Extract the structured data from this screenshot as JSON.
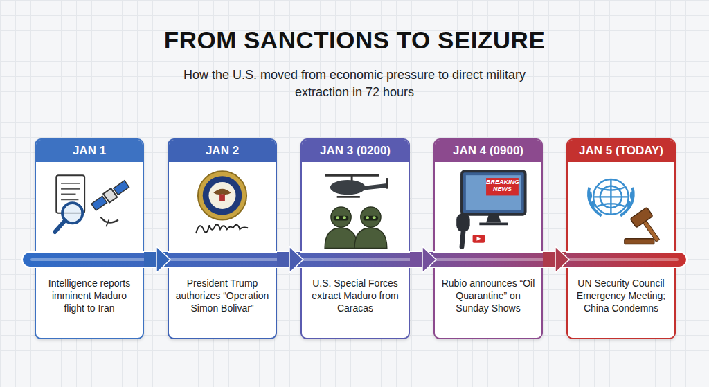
{
  "diagram": {
    "title": "FROM SANCTIONS TO SEIZURE",
    "nodes": [
      {
        "text": [
          "JAN 1",
          "Intelligence reports imminent Maduro flight to Iran"
        ]
      },
      {
        "text": [
          "JAN 2",
          "President Trump authorizes “Operation Simon Bolivar”"
        ]
      },
      {
        "text": [
          "JAN 3 (0200)",
          "U.S. Special Forces extract Maduro from Caracas"
        ]
      },
      {
        "text": [
          "JAN 4 (0900)",
          "Rubio announces “Oil Quarantine” on Sunday Shows"
        ]
      },
      {
        "text": [
          "JAN 5 (TODAY)",
          "UN Security Council Emergency Meeting; China Condemns"
        ]
      }
    ],
    "edges": [
      {
        "from": 0,
        "to": 1,
        "arrow": "to"
      },
      {
        "from": 1,
        "to": 2,
        "arrow": "to"
      },
      {
        "from": 2,
        "to": 3,
        "arrow": "to"
      },
      {
        "from": 3,
        "to": 4,
        "arrow": "to"
      }
    ],
    "labels": [
      "How the U.S. moved from economic pressure to direct military extraction in 72 hours",
      "BREAKING NEWS"
    ]
  }
}
